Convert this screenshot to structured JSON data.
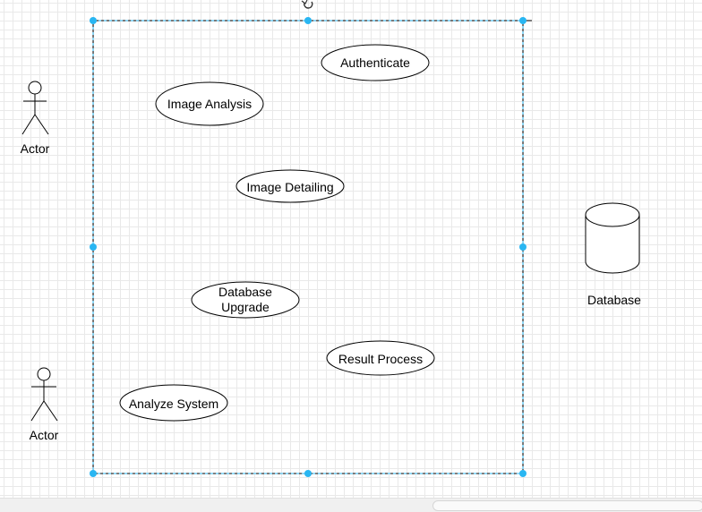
{
  "diagram": {
    "actors": [
      {
        "label": "Actor"
      },
      {
        "label": "Actor"
      }
    ],
    "use_cases": [
      {
        "label": "Authenticate"
      },
      {
        "label": "Image Analysis"
      },
      {
        "label": "Image Detailing"
      },
      {
        "label": "Database\nUpgrade"
      },
      {
        "label": "Result Process"
      },
      {
        "label": "Analyze System"
      }
    ],
    "database": {
      "label": "Database"
    }
  },
  "colors": {
    "selection": "#29b6f2",
    "grid": "#e9e9e9",
    "stroke": "#000000"
  },
  "icons": [
    "rotate-icon",
    "actor-icon",
    "database-cylinder-icon"
  ]
}
